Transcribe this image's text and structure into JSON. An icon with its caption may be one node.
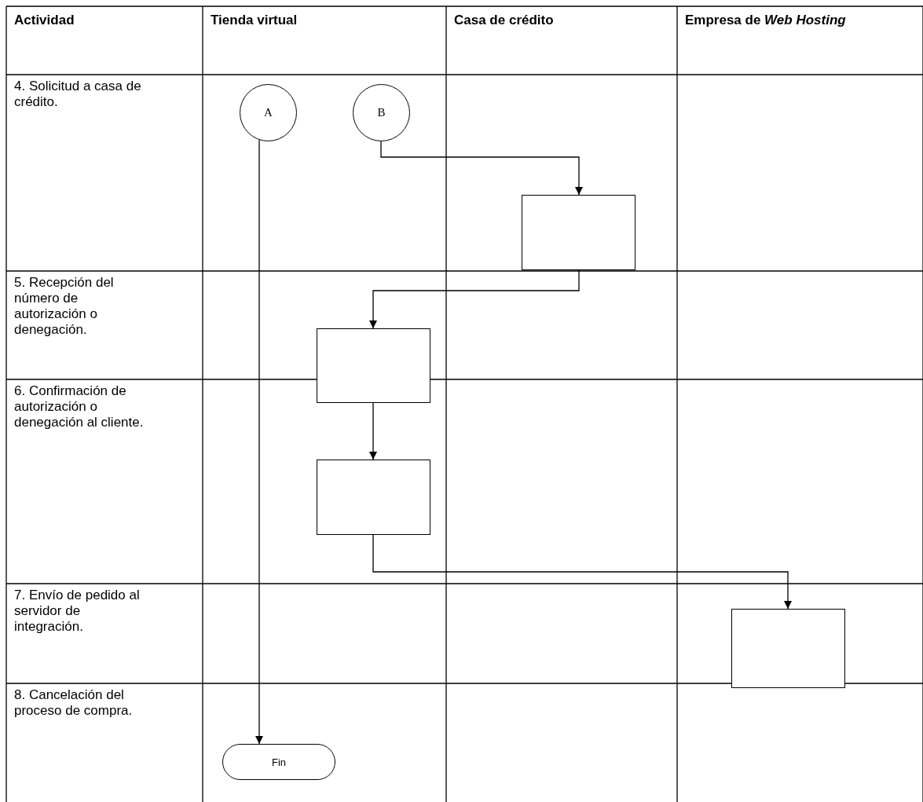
{
  "diagram": {
    "nodes": [
      {
        "text": [
          "A"
        ]
      },
      {
        "text": [
          "B"
        ]
      },
      {
        "text": [],
        "shape": "box"
      },
      {
        "text": [],
        "shape": "box"
      },
      {
        "text": [],
        "shape": "box"
      },
      {
        "text": [],
        "shape": "box"
      },
      {
        "text": [
          "Fin"
        ]
      }
    ],
    "edges": [
      {
        "from": 0,
        "to": 6,
        "arrow": "to"
      },
      {
        "from": 1,
        "to": 2,
        "arrow": "to"
      },
      {
        "from": 2,
        "to": 3,
        "arrow": "to"
      },
      {
        "from": 3,
        "to": 4,
        "arrow": "to"
      },
      {
        "from": 4,
        "to": 5,
        "arrow": "to"
      }
    ],
    "labels": [
      "Actividad",
      "Tienda virtual",
      "Casa de crédito",
      "Empresa de *Web Hosting*",
      "4. Solicitud a casa de crédito.",
      "5. Recepción del número de autorización o denegación.",
      "6. Confirmación de autorización o denegación al cliente.",
      "7. Envío de pedido al servidor de integración.",
      "8. Cancelación del proceso de compra."
    ]
  }
}
